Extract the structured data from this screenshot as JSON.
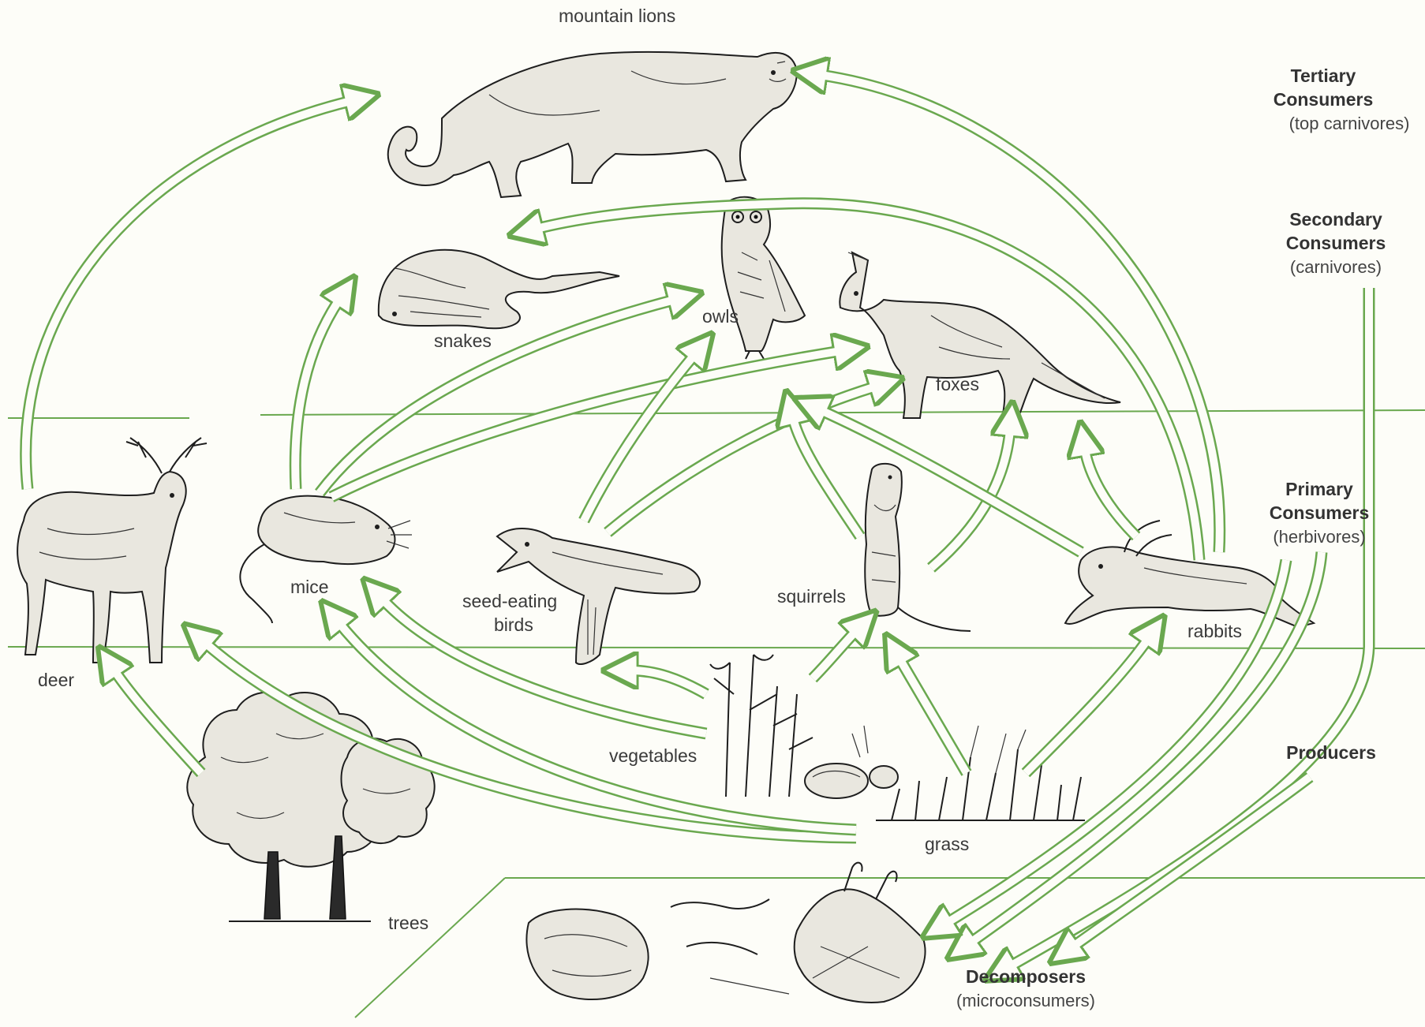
{
  "organisms": {
    "mountain_lions": "mountain lions",
    "snakes": "snakes",
    "owls": "owls",
    "foxes": "foxes",
    "deer": "deer",
    "mice": "mice",
    "seed_eating_birds_line1": "seed-eating",
    "seed_eating_birds_line2": "birds",
    "squirrels": "squirrels",
    "rabbits": "rabbits",
    "vegetables": "vegetables",
    "grass": "grass",
    "trees": "trees"
  },
  "levels": {
    "tertiary": {
      "title1": "Tertiary",
      "title2": "Consumers",
      "sub": "(top carnivores)"
    },
    "secondary": {
      "title1": "Secondary",
      "title2": "Consumers",
      "sub": "(carnivores)"
    },
    "primary": {
      "title1": "Primary",
      "title2": "Consumers",
      "sub": "(herbivores)"
    },
    "producers": {
      "title1": "Producers"
    },
    "decomposers": {
      "title1": "Decomposers",
      "sub": "(microconsumers)"
    }
  },
  "colors": {
    "arrow": "#6aa84f",
    "background": "#fdfdf8",
    "text": "#3a3a3a"
  },
  "icons": [
    "mountain-lion-sketch",
    "snake-sketch",
    "owl-sketch",
    "fox-sketch",
    "deer-sketch",
    "mouse-sketch",
    "bird-sketch",
    "squirrel-sketch",
    "rabbit-sketch",
    "vegetables-sketch",
    "grass-sketch",
    "trees-sketch",
    "decomposers-sketch"
  ]
}
